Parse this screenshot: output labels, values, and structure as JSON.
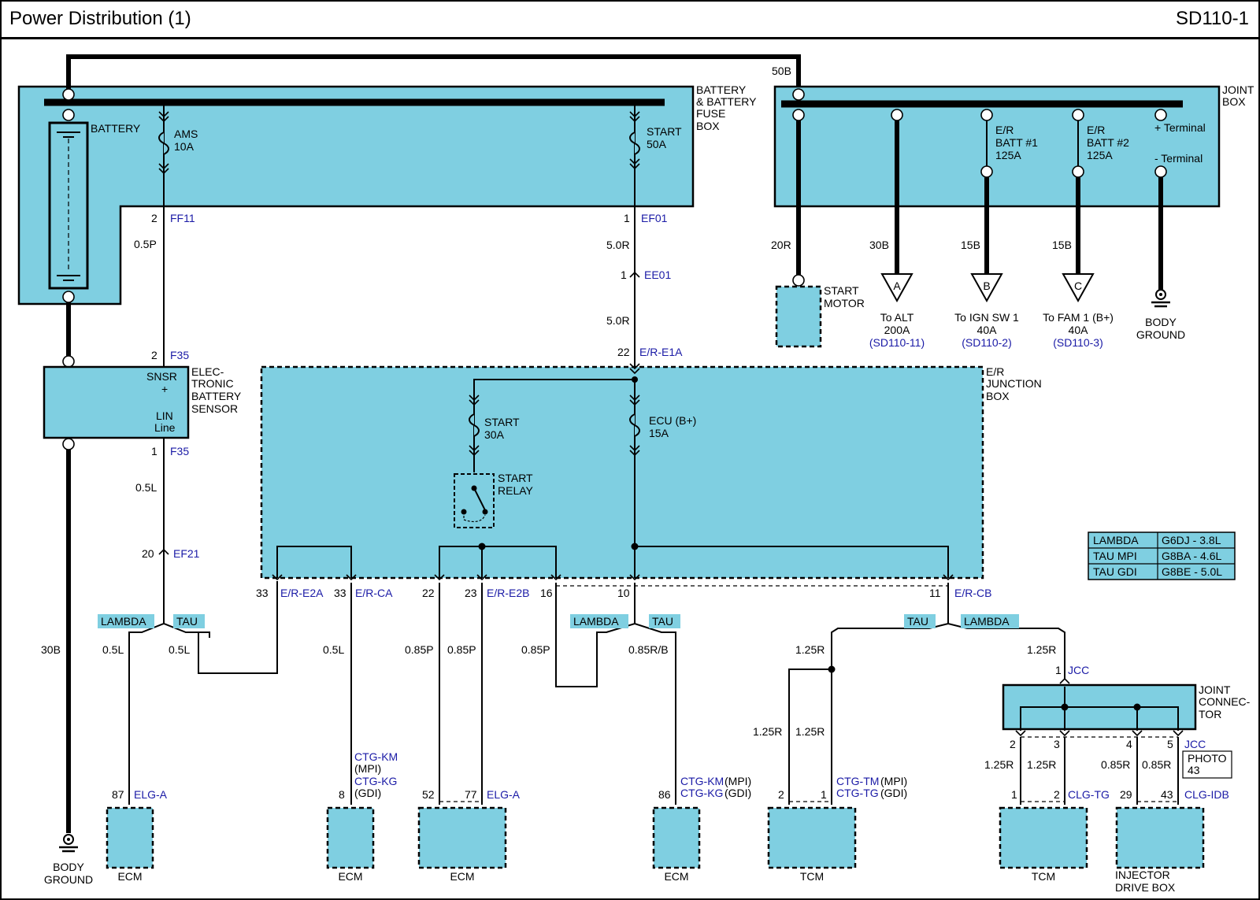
{
  "header": {
    "title": "Power Distribution (1)",
    "code": "SD110-1"
  },
  "battery_fuse_box": {
    "name_lines": [
      "BATTERY",
      "& BATTERY",
      "FUSE",
      "BOX"
    ],
    "battery_label": "BATTERY",
    "fuse_ams": [
      "AMS",
      "10A"
    ],
    "fuse_start": [
      "START",
      "50A"
    ]
  },
  "joint_box": {
    "name_lines": [
      "JOINT",
      "BOX"
    ],
    "wire_in": "50B",
    "batt1": [
      "E/R",
      "BATT #1",
      "125A"
    ],
    "batt2": [
      "E/R",
      "BATT #2",
      "125A"
    ],
    "plus_terminal": "+ Terminal",
    "minus_terminal": "- Terminal"
  },
  "battery_sensor": {
    "name_lines": [
      "ELEC-",
      "TRONIC",
      "BATTERY",
      "SENSOR"
    ],
    "snsr": "SNSR",
    "plus": "+",
    "lin": "LIN",
    "line": "Line"
  },
  "er_junction_box": {
    "name_lines": [
      "E/R",
      "JUNCTION",
      "BOX"
    ],
    "fuse_start": [
      "START",
      "30A"
    ],
    "fuse_ecu": [
      "ECU (B+)",
      "15A"
    ],
    "relay": [
      "START",
      "RELAY"
    ]
  },
  "joint_connector": {
    "name_lines": [
      "JOINT",
      "CONNEC-",
      "TOR"
    ],
    "photo": [
      "PHOTO",
      "43"
    ]
  },
  "pins": {
    "p2": "2",
    "p1": "1",
    "p22": "22",
    "p20": "20",
    "p33": "33",
    "p23": "23",
    "p16": "16",
    "p10": "10",
    "p11": "11",
    "p87": "87",
    "p8": "8",
    "p52": "52",
    "p77": "77",
    "p86": "86",
    "p3": "3",
    "p4": "4",
    "p5": "5",
    "p29": "29",
    "p43": "43"
  },
  "connectors": {
    "ff11": "FF11",
    "ef01": "EF01",
    "ee01": "EE01",
    "er_e1a": "E/R-E1A",
    "f35": "F35",
    "ef21": "EF21",
    "er_e2a": "E/R-E2A",
    "er_ca": "E/R-CA",
    "er_e2b": "E/R-E2B",
    "er_cb": "E/R-CB",
    "jcc": "JCC",
    "elg_a": "ELG-A",
    "ctg_km": "CTG-KM",
    "ctg_kg": "CTG-KG",
    "ctg_tm": "CTG-TM",
    "ctg_tg": "CTG-TG",
    "clg_tg": "CLG-TG",
    "clg_idb": "CLG-IDB"
  },
  "wires": {
    "w05p": "0.5P",
    "w50r": "5.0R",
    "w05l": "0.5L",
    "w30b": "30B",
    "w085p": "0.85P",
    "w085rb": "0.85R/B",
    "w125r": "1.25R",
    "w20r": "20R",
    "w15b": "15B",
    "w085r": "0.85R",
    "w50b": "50B"
  },
  "tags": {
    "lambda": "LAMBDA",
    "tau": "TAU",
    "mpi": "(MPI)",
    "gdi": "(GDI)"
  },
  "destinations": {
    "a": {
      "letter": "A",
      "to": "To ALT",
      "amp": "200A",
      "ref": "(SD110-11)"
    },
    "b": {
      "letter": "B",
      "to": "To IGN SW 1",
      "amp": "40A",
      "ref": "(SD110-2)"
    },
    "c": {
      "letter": "C",
      "to": "To FAM 1 (B+)",
      "amp": "40A",
      "ref": "(SD110-3)"
    }
  },
  "components": {
    "ecm": "ECM",
    "tcm": "TCM",
    "injector": [
      "INJECTOR",
      "DRIVE BOX"
    ],
    "start_motor": [
      "START",
      "MOTOR"
    ],
    "body_ground": [
      "BODY",
      "GROUND"
    ]
  },
  "legend": {
    "rows": [
      [
        "LAMBDA",
        "G6DJ - 3.8L"
      ],
      [
        "TAU MPI",
        "G8BA - 4.6L"
      ],
      [
        "TAU GDI",
        "G8BE - 5.0L"
      ]
    ]
  },
  "colors": {
    "fill": "#7fcfe1",
    "connector_text": "#1a1aa6",
    "wire": "#000000"
  }
}
